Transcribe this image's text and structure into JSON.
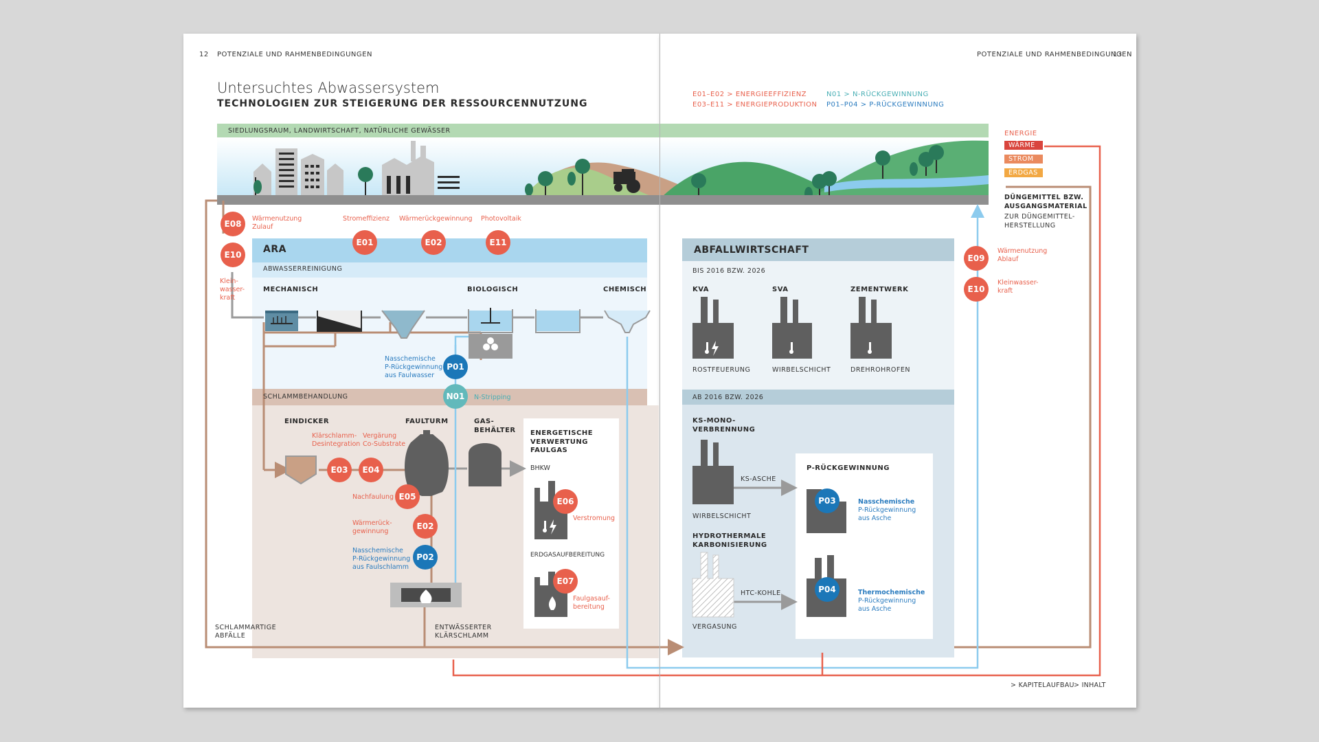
{
  "header": {
    "left_page_num": "12",
    "left_running": "POTENZIALE UND RAHMENBEDINGUNGEN",
    "right_running": "POTENZIALE UND RAHMENBEDINGUNGEN",
    "right_page_num": "13"
  },
  "title": "Untersuchtes Abwassersystem",
  "subtitle": "TECHNOLOGIEN ZUR STEIGERUNG DER RESSOURCENNUTZUNG",
  "legend": {
    "e1": "E01–E02 > ENERGIEEFFIZIENZ",
    "e2": "E03–E11 > ENERGIEPRODUKTION",
    "n1": "N01 > N-RÜCKGEWINNUNG",
    "p1": "P01–P04 > P-RÜCKGEWINNUNG"
  },
  "top_band": "SIEDLUNGSRAUM, LANDWIRTSCHAFT, NATÜRLICHE GEWÄSSER",
  "energy": {
    "title": "ENERGIE",
    "waerme": "WÄRME",
    "strom": "STROM",
    "erdgas": "ERDGAS"
  },
  "fertilizer": {
    "bold1": "DÜNGEMITTEL BZW.",
    "bold2": "AUSGANGSMATERIAL",
    "norm1": "ZUR DÜNGEMITTEL-",
    "norm2": "HERSTELLUNG"
  },
  "ara": {
    "title": "ARA",
    "sub": "ABWASSERREINIGUNG",
    "mechanisch": "MECHANISCH",
    "biologisch": "BIOLOGISCH",
    "chemisch": "CHEMISCH",
    "schlamm": "SCHLAMMBEHANDLUNG",
    "eindicker": "EINDICKER",
    "faulturm": "FAULTURM",
    "gas": "GAS-\nBEHÄLTER",
    "energetisch": "ENERGETISCHE\nVERWERTUNG\nFAULGAS",
    "bhkw": "BHKW",
    "erdgasauf": "ERDGASAUFBEREITUNG",
    "schlammartig": "SCHLAMMARTIGE\nABFÄLLE",
    "entwaessert": "ENTWÄSSERTER\nKLÄRSCHLAMM"
  },
  "annotations": {
    "waermenutzung_zulauf": "Wärmenutzung\nZulauf",
    "klein_left": "Klein-\nwasser-\nkraft",
    "stromeffizienz": "Stromeffizienz",
    "waermerueck": "Wärmerückgewinnung",
    "photovoltaik": "Photovoltaik",
    "p01": "Nasschemische\nP-Rückgewinnung\naus Faulwasser",
    "n_stripping": "N-Stripping",
    "klaerschlamm": "Klärschlamm-\nDesintegration",
    "vergaerung": "Vergärung\nCo-Substrate",
    "nachfaulung": "Nachfaulung",
    "waermerueck2": "Wärmerück-\ngewinnung",
    "p02": "Nasschemische\nP-Rückgewinnung\naus Faulschlamm",
    "verstromung": "Verstromung",
    "faulgasauf": "Faulgasauf-\nbereitung",
    "waermenutzung_ablauf": "Wärmenutzung\nAblauf",
    "klein_right": "Kleinwasser-\nkraft"
  },
  "badges": {
    "e08": "E08",
    "e10a": "E10",
    "e01": "E01",
    "e02a": "E02",
    "e11": "E11",
    "p01": "P01",
    "n01": "N01",
    "e03": "E03",
    "e04": "E04",
    "e05": "E05",
    "e02b": "E02",
    "p02": "P02",
    "e06": "E06",
    "e07": "E07",
    "e09": "E09",
    "e10b": "E10",
    "p03": "P03",
    "p04": "P04"
  },
  "abfall": {
    "title": "ABFALLWIRTSCHAFT",
    "bis": "BIS 2016 BZW. 2026",
    "kva": "KVA",
    "sva": "SVA",
    "zement": "ZEMENTWERK",
    "rost": "ROSTFEUERUNG",
    "wirbel1": "WIRBELSCHICHT",
    "dreh": "DREHROHROFEN",
    "ab": "AB 2016 BZW. 2026",
    "ksmono": "KS-MONO-\nVERBRENNUNG",
    "ksasche": "KS-ASCHE",
    "wirbel2": "WIRBELSCHICHT",
    "hydro": "HYDROTHERMALE\nKARBONISIERUNG",
    "htc": "HTC-KOHLE",
    "vergasung": "VERGASUNG",
    "prueck": "P-RÜCKGEWINNUNG",
    "p03_b": "Nasschemische",
    "p03_n": "P-Rückgewinnung\naus Asche",
    "p04_b": "Thermochemische",
    "p04_n": "P-Rückgewinnung\naus Asche"
  },
  "footer": {
    "kapitel": "> KAPITELAUFBAU",
    "inhalt": "> INHALT"
  },
  "colors": {
    "red": "#e8604c",
    "blue": "#1b77b8",
    "teal": "#62b9bb",
    "brown": "#b98d74",
    "ara_blue": "#a9d6ee",
    "abfall_blue": "#b5cdd9",
    "grey": "#5f5f5f"
  }
}
